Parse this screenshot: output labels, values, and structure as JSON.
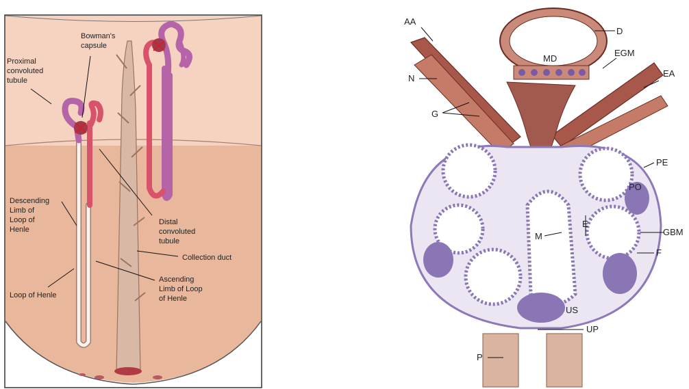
{
  "left_diagram": {
    "labels": {
      "proximal": [
        "Proximal",
        "convoluted",
        "tubule"
      ],
      "bowman": [
        "Bowman's",
        "capsule"
      ],
      "descending": [
        "Descending",
        "Limb of",
        "Loop of",
        "Henle"
      ],
      "distal": [
        "Distal",
        "convoluted",
        "tubule"
      ],
      "collection": "Collection duct",
      "ascending": [
        "Ascending",
        "Limb of Loop",
        "of Henle"
      ],
      "loop": "Loop of Henle"
    },
    "colors": {
      "cortex": "#f6d2c0",
      "medulla": "#e8b79c",
      "proximal_tubule": "#b565a7",
      "distal_tubule": "#d8526a",
      "duct": "#d9b9a5"
    }
  },
  "right_diagram": {
    "labels": {
      "AA": "AA",
      "D": "D",
      "MD": "MD",
      "EGM": "EGM",
      "EA": "EA",
      "N": "N",
      "G": "G",
      "PE": "PE",
      "PO": "PO",
      "E": "E",
      "M": "M",
      "GBM": "GBM",
      "F": "F",
      "US": "US",
      "UP": "UP",
      "P": "P"
    },
    "colors": {
      "vessel": "#8a3a30",
      "podocyte": "#8a75b5",
      "capsule": "#b7a6d3",
      "tubule": "#d9b5a1"
    }
  }
}
